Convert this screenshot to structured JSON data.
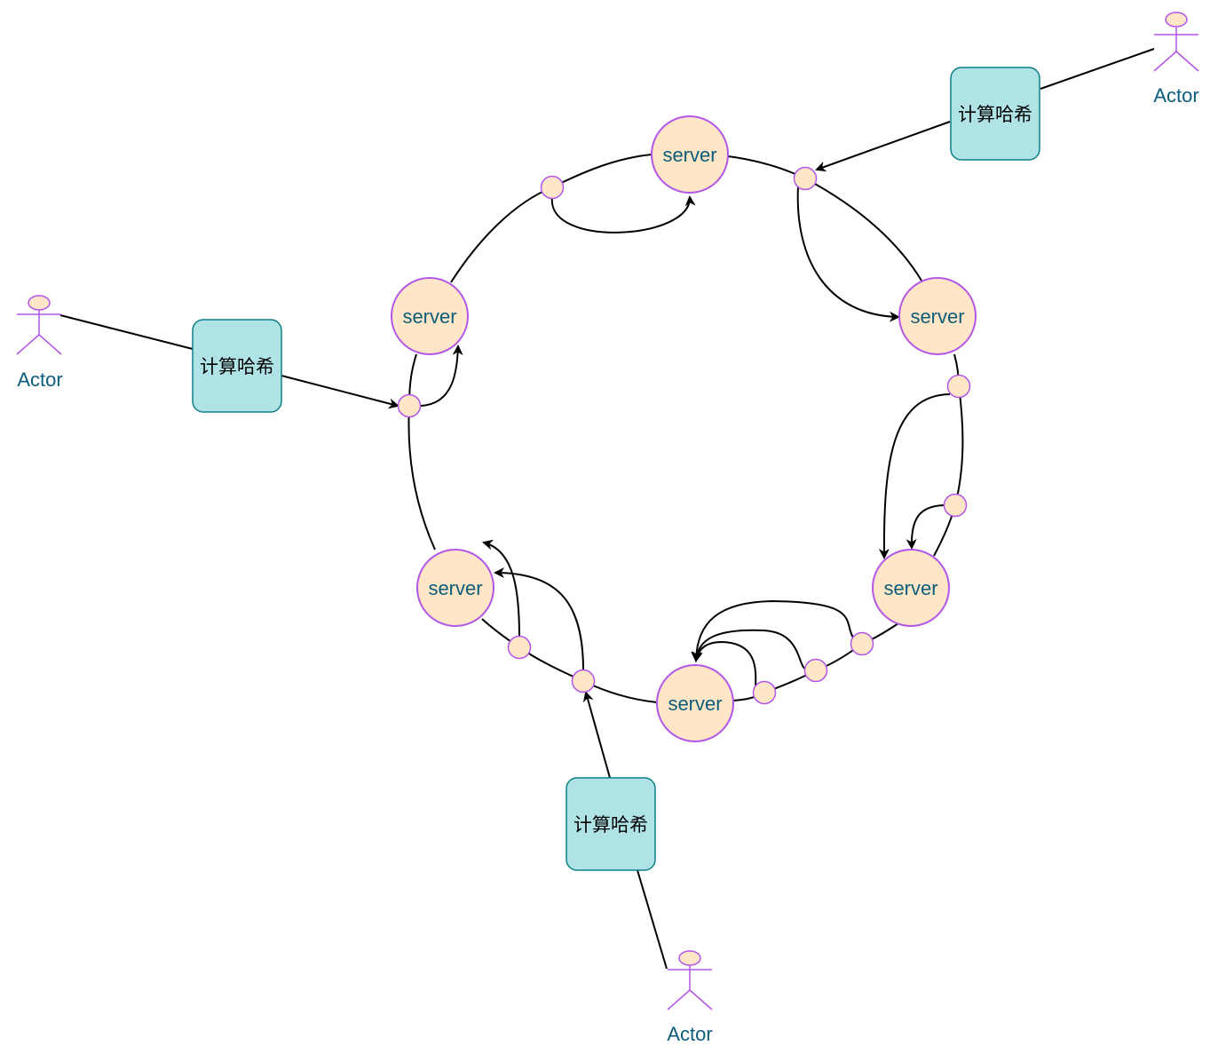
{
  "colors": {
    "server_fill": "#ffe6c7",
    "node_stroke": "#b356e8",
    "hash_fill": "#b0e3e6",
    "hash_stroke": "#0e8088",
    "label_color": "#0d5c7a",
    "edge_color": "#000000"
  },
  "servers": [
    {
      "label": "server"
    },
    {
      "label": "server"
    },
    {
      "label": "server"
    },
    {
      "label": "server"
    },
    {
      "label": "server"
    },
    {
      "label": "server"
    }
  ],
  "hash_boxes": [
    {
      "label": "计算哈希"
    },
    {
      "label": "计算哈希"
    },
    {
      "label": "计算哈希"
    }
  ],
  "actors": [
    {
      "label": "Actor"
    },
    {
      "label": "Actor"
    },
    {
      "label": "Actor"
    }
  ],
  "icons": {
    "actor": "stick-figure-icon",
    "arrowhead": "arrow-icon"
  }
}
